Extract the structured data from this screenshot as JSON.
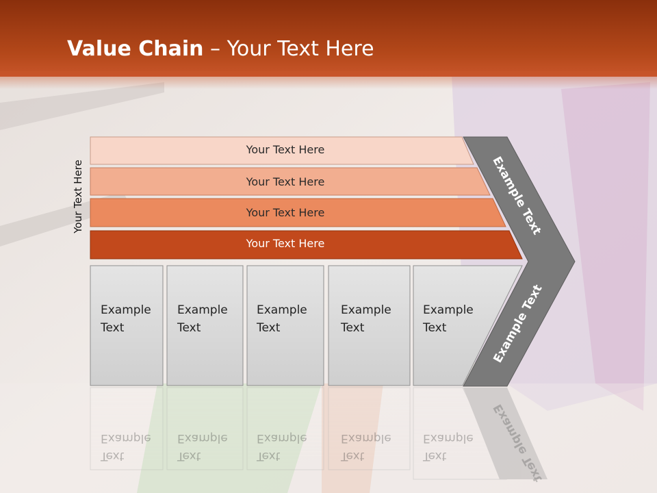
{
  "title": {
    "bold": "Value Chain",
    "rest": " – Your Text Here"
  },
  "side_label": "Your Text Here",
  "bands": [
    {
      "label": "Your Text Here",
      "color": "#f8d6c8"
    },
    {
      "label": "Your Text Here",
      "color": "#f2ae90"
    },
    {
      "label": "Your Text Here",
      "color": "#eb8a5e"
    },
    {
      "label": "Your Text Here",
      "color": "#c2491c"
    }
  ],
  "boxes": [
    {
      "line1": "Example",
      "line2": "Text"
    },
    {
      "line1": "Example",
      "line2": "Text"
    },
    {
      "line1": "Example",
      "line2": "Text"
    },
    {
      "line1": "Example",
      "line2": "Text"
    },
    {
      "line1": "Example",
      "line2": "Text"
    }
  ],
  "chevron": {
    "upper": "Example Text",
    "lower": "Example Text"
  },
  "colors": {
    "title_band": "#b4481a",
    "box_fill": "#d9d9d9",
    "chevron": "#7a7a7a"
  }
}
